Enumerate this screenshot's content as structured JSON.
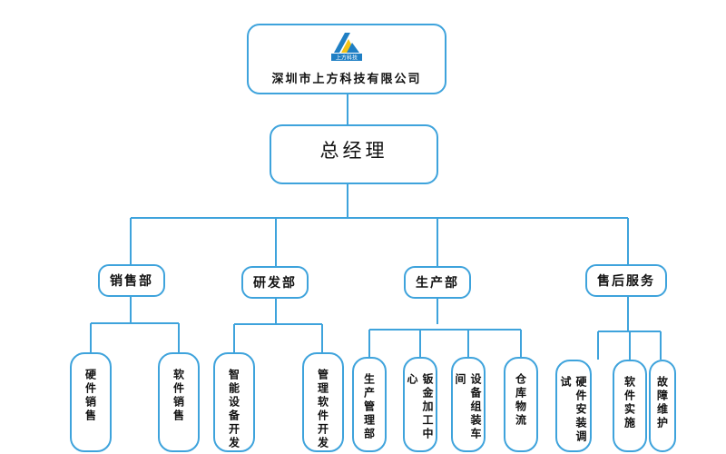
{
  "company": {
    "logo_text": "上方科技",
    "name": "深圳市上方科技有限公司"
  },
  "general_manager": {
    "label": "总经理"
  },
  "departments": [
    {
      "label": "销售部",
      "children": [
        "硬件销售",
        "软件销售"
      ]
    },
    {
      "label": "研发部",
      "children": [
        "智能设备开发",
        "管理软件开发"
      ]
    },
    {
      "label": "生产部",
      "children": [
        "生产管理部",
        "钣金加工中心",
        "设备组装车间",
        "仓库物流"
      ]
    },
    {
      "label": "售后服务",
      "children": [
        "硬件安装调试",
        "软件实施",
        "故障维护"
      ]
    }
  ],
  "colors": {
    "line": "#3ea3dc",
    "box_border": "#3ea3dc",
    "logo_blue": "#1f7fc4",
    "logo_yellow": "#f3c316"
  }
}
